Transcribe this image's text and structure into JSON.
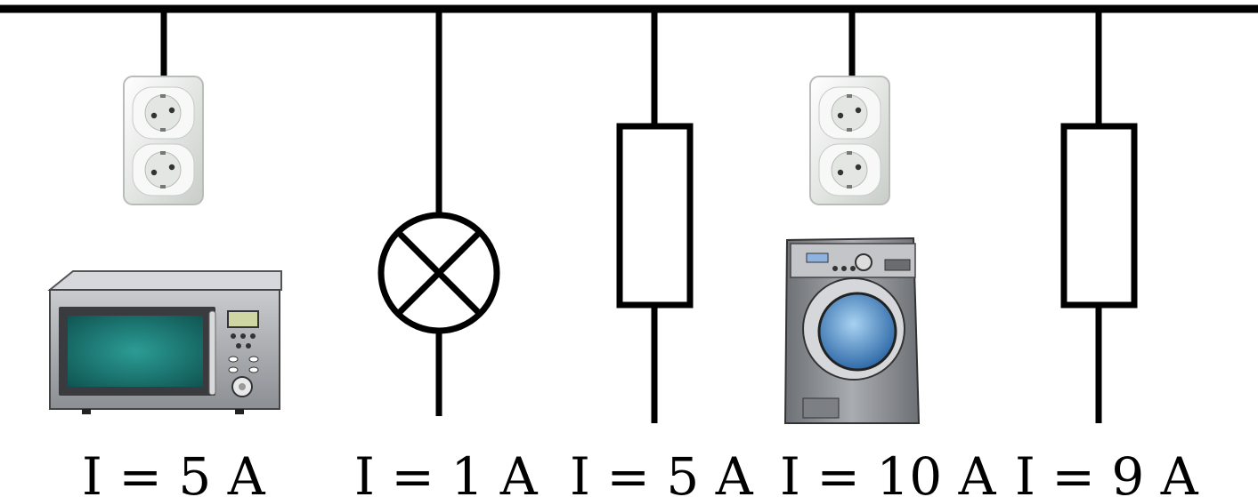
{
  "branches": [
    {
      "device": "microwave",
      "connector": "socket-icon",
      "current": "I = 5 A"
    },
    {
      "device": "lamp",
      "connector": "wire",
      "current": "I = 1 A"
    },
    {
      "device": "resistor",
      "connector": "wire",
      "current": "I = 5 A"
    },
    {
      "device": "washing-machine",
      "connector": "socket-icon",
      "current": "I = 10 A"
    },
    {
      "device": "resistor",
      "connector": "wire",
      "current": "I = 9 A"
    }
  ],
  "colors": {
    "wire": "#000000",
    "socket_body": "#eef0ee",
    "microwave_body": "#a9acb0",
    "microwave_screen": "#1d8a86",
    "washer_body": "#8e9095",
    "washer_drum": "#5e94c9"
  }
}
